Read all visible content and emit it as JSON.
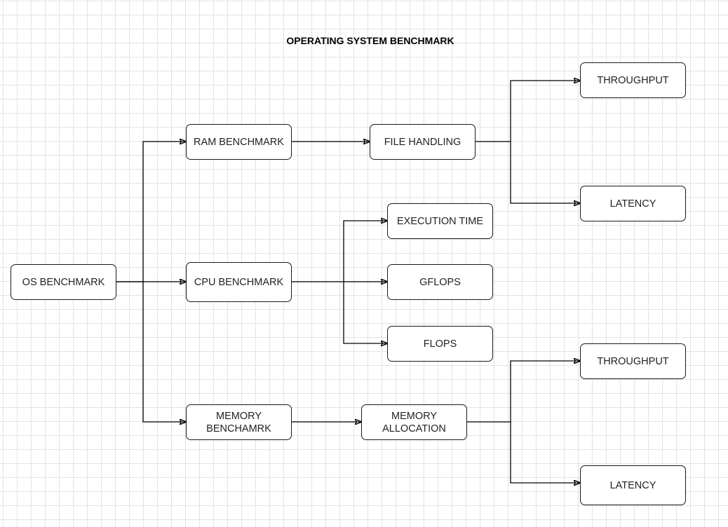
{
  "diagram": {
    "title": "OPERATING SYSTEM BENCHMARK",
    "nodes": {
      "os_benchmark": "OS BENCHMARK",
      "ram_benchmark": "RAM BENCHMARK",
      "cpu_benchmark": "CPU BENCHMARK",
      "memory_benchmark": "MEMORY\nBENCHAMRK",
      "file_handling": "FILE HANDLING",
      "execution_time": "EXECUTION TIME",
      "gflops": "GFLOPS",
      "flops": "FLOPS",
      "memory_allocation": "MEMORY\nALLOCATION",
      "ram_throughput": "THROUGHPUT",
      "ram_latency": "LATENCY",
      "mem_throughput": "THROUGHPUT",
      "mem_latency": "LATENCY"
    },
    "edges": [
      [
        "os_benchmark",
        "ram_benchmark"
      ],
      [
        "os_benchmark",
        "cpu_benchmark"
      ],
      [
        "os_benchmark",
        "memory_benchmark"
      ],
      [
        "ram_benchmark",
        "file_handling"
      ],
      [
        "file_handling",
        "ram_throughput"
      ],
      [
        "file_handling",
        "ram_latency"
      ],
      [
        "cpu_benchmark",
        "execution_time"
      ],
      [
        "cpu_benchmark",
        "gflops"
      ],
      [
        "cpu_benchmark",
        "flops"
      ],
      [
        "memory_benchmark",
        "memory_allocation"
      ],
      [
        "memory_allocation",
        "mem_throughput"
      ],
      [
        "memory_allocation",
        "mem_latency"
      ]
    ]
  }
}
